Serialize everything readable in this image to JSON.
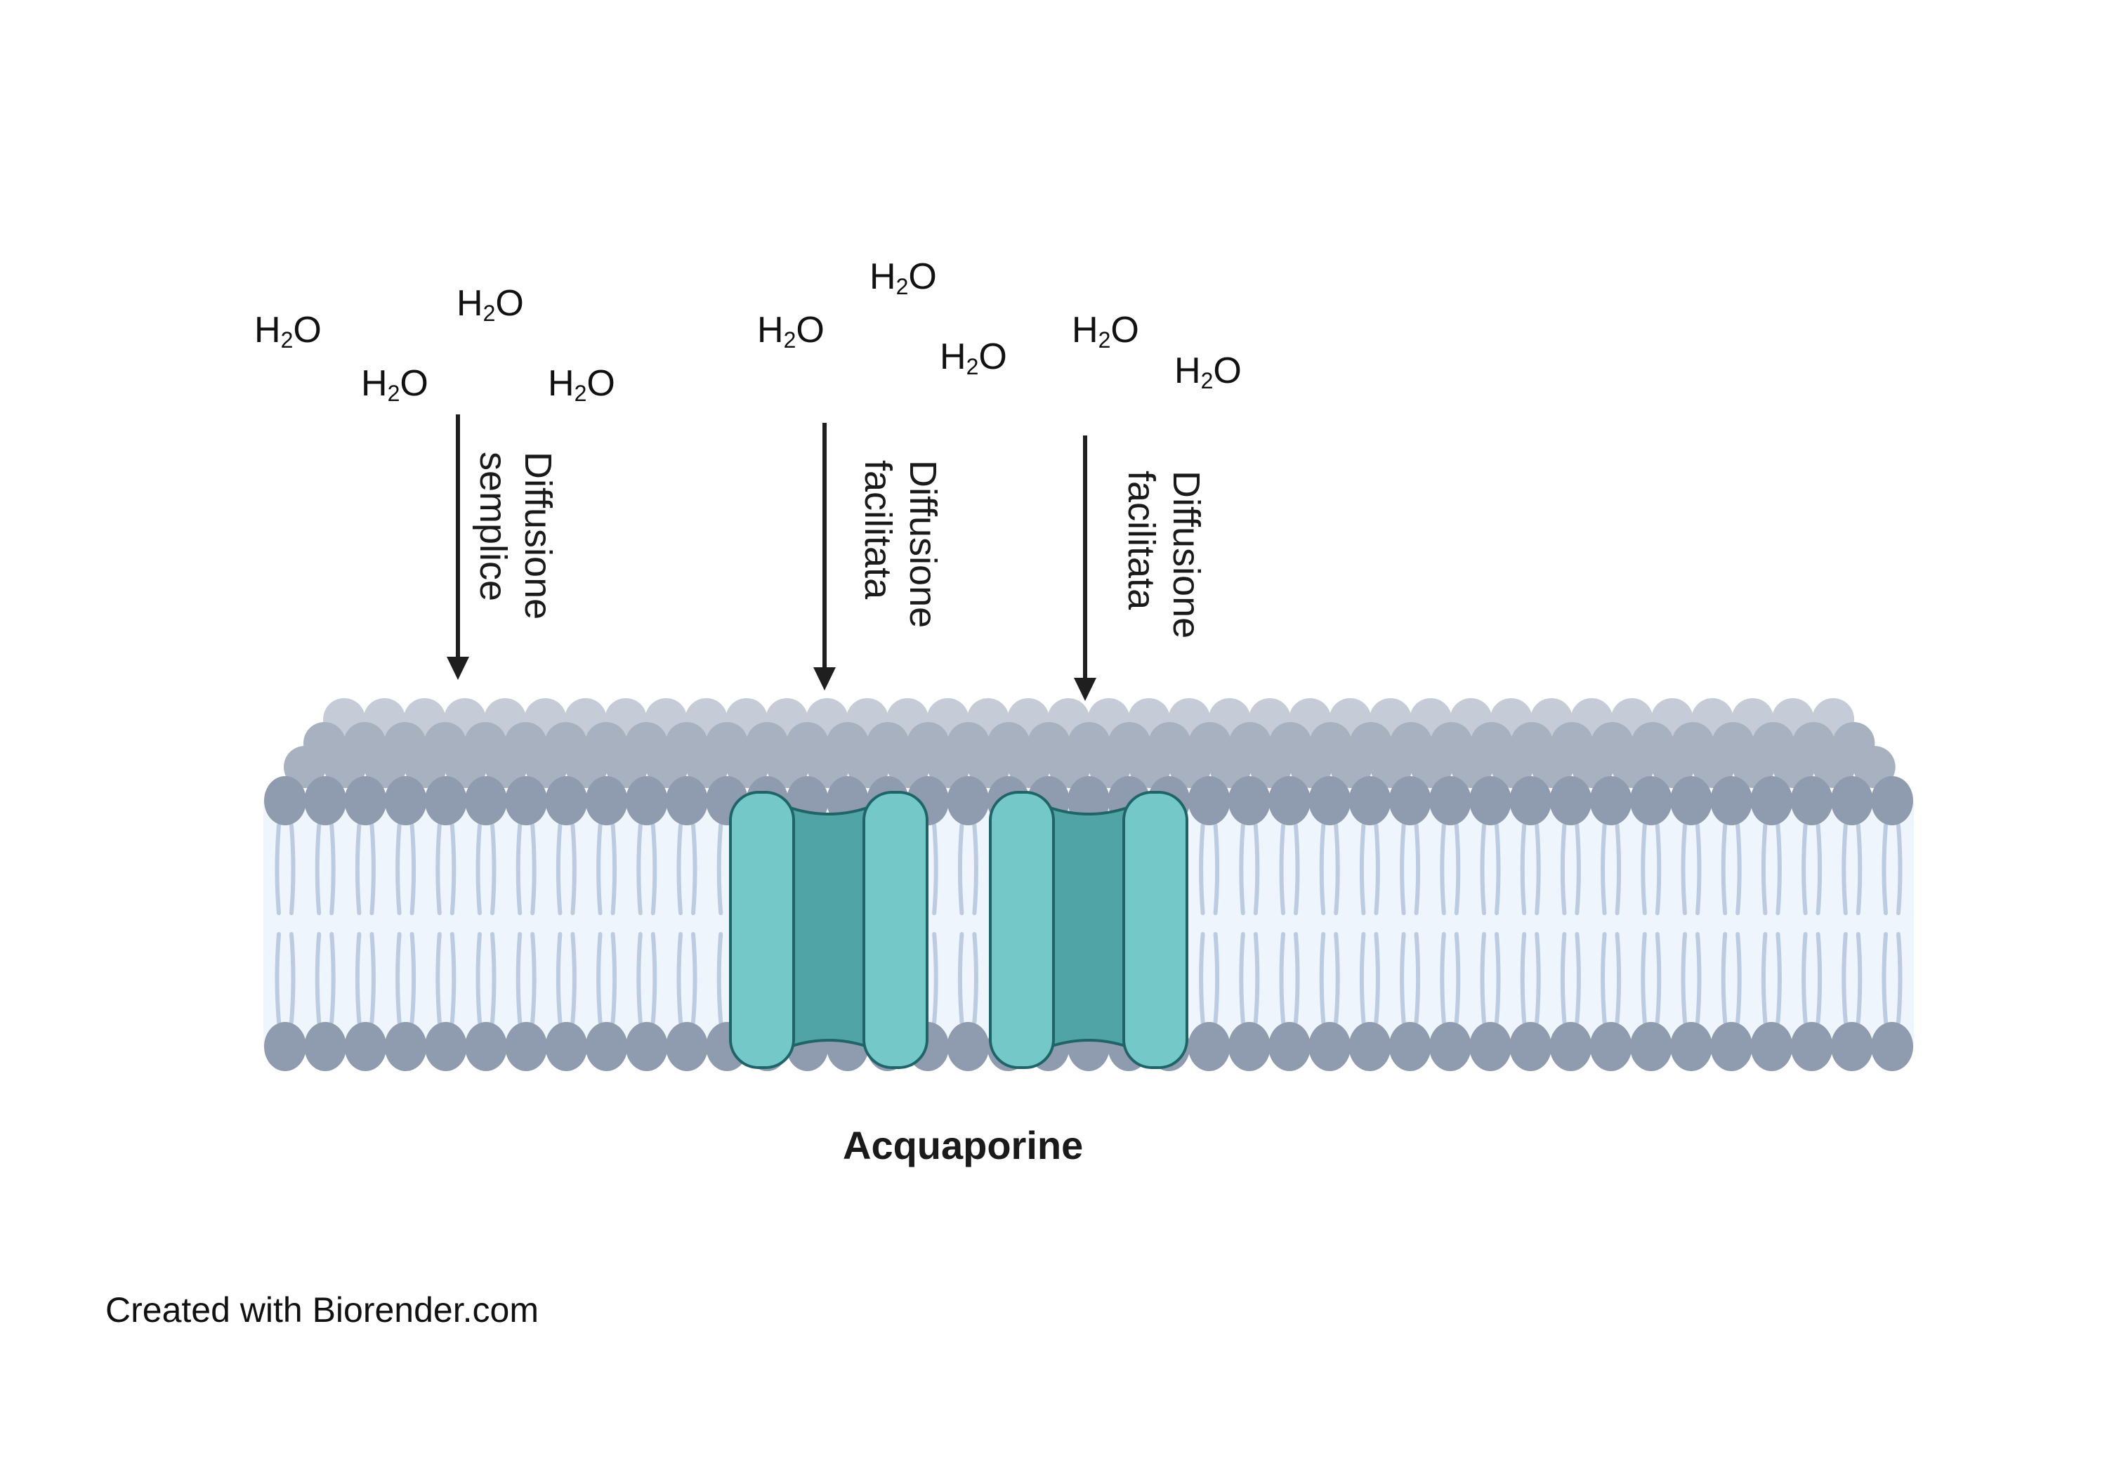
{
  "molecules": [
    {
      "base": "H",
      "sub": "2",
      "tail": "O"
    },
    {
      "base": "H",
      "sub": "2",
      "tail": "O"
    },
    {
      "base": "H",
      "sub": "2",
      "tail": "O"
    },
    {
      "base": "H",
      "sub": "2",
      "tail": "O"
    },
    {
      "base": "H",
      "sub": "2",
      "tail": "O"
    },
    {
      "base": "H",
      "sub": "2",
      "tail": "O"
    },
    {
      "base": "H",
      "sub": "2",
      "tail": "O"
    },
    {
      "base": "H",
      "sub": "2",
      "tail": "O"
    },
    {
      "base": "H",
      "sub": "2",
      "tail": "O"
    }
  ],
  "labels": {
    "simple": {
      "line1": "Diffusione",
      "line2": "semplice"
    },
    "facilitated_a": {
      "line1": "Diffusione",
      "line2": "facilitata"
    },
    "facilitated_b": {
      "line1": "Diffusione",
      "line2": "facilitata"
    }
  },
  "caption": "Acquaporine",
  "credit": "Created with Biorender.com",
  "colors": {
    "head_back": "#c6ccd7",
    "head_mid": "#a8b1c0",
    "head_front": "#8f9bae",
    "tail": "#bccbe0",
    "core_bg": "#eef5fd",
    "channel_light": "#74c8c8",
    "channel_dark": "#50a4a6",
    "channel_stroke": "#1f6468",
    "arrow": "#1f1f1f"
  }
}
